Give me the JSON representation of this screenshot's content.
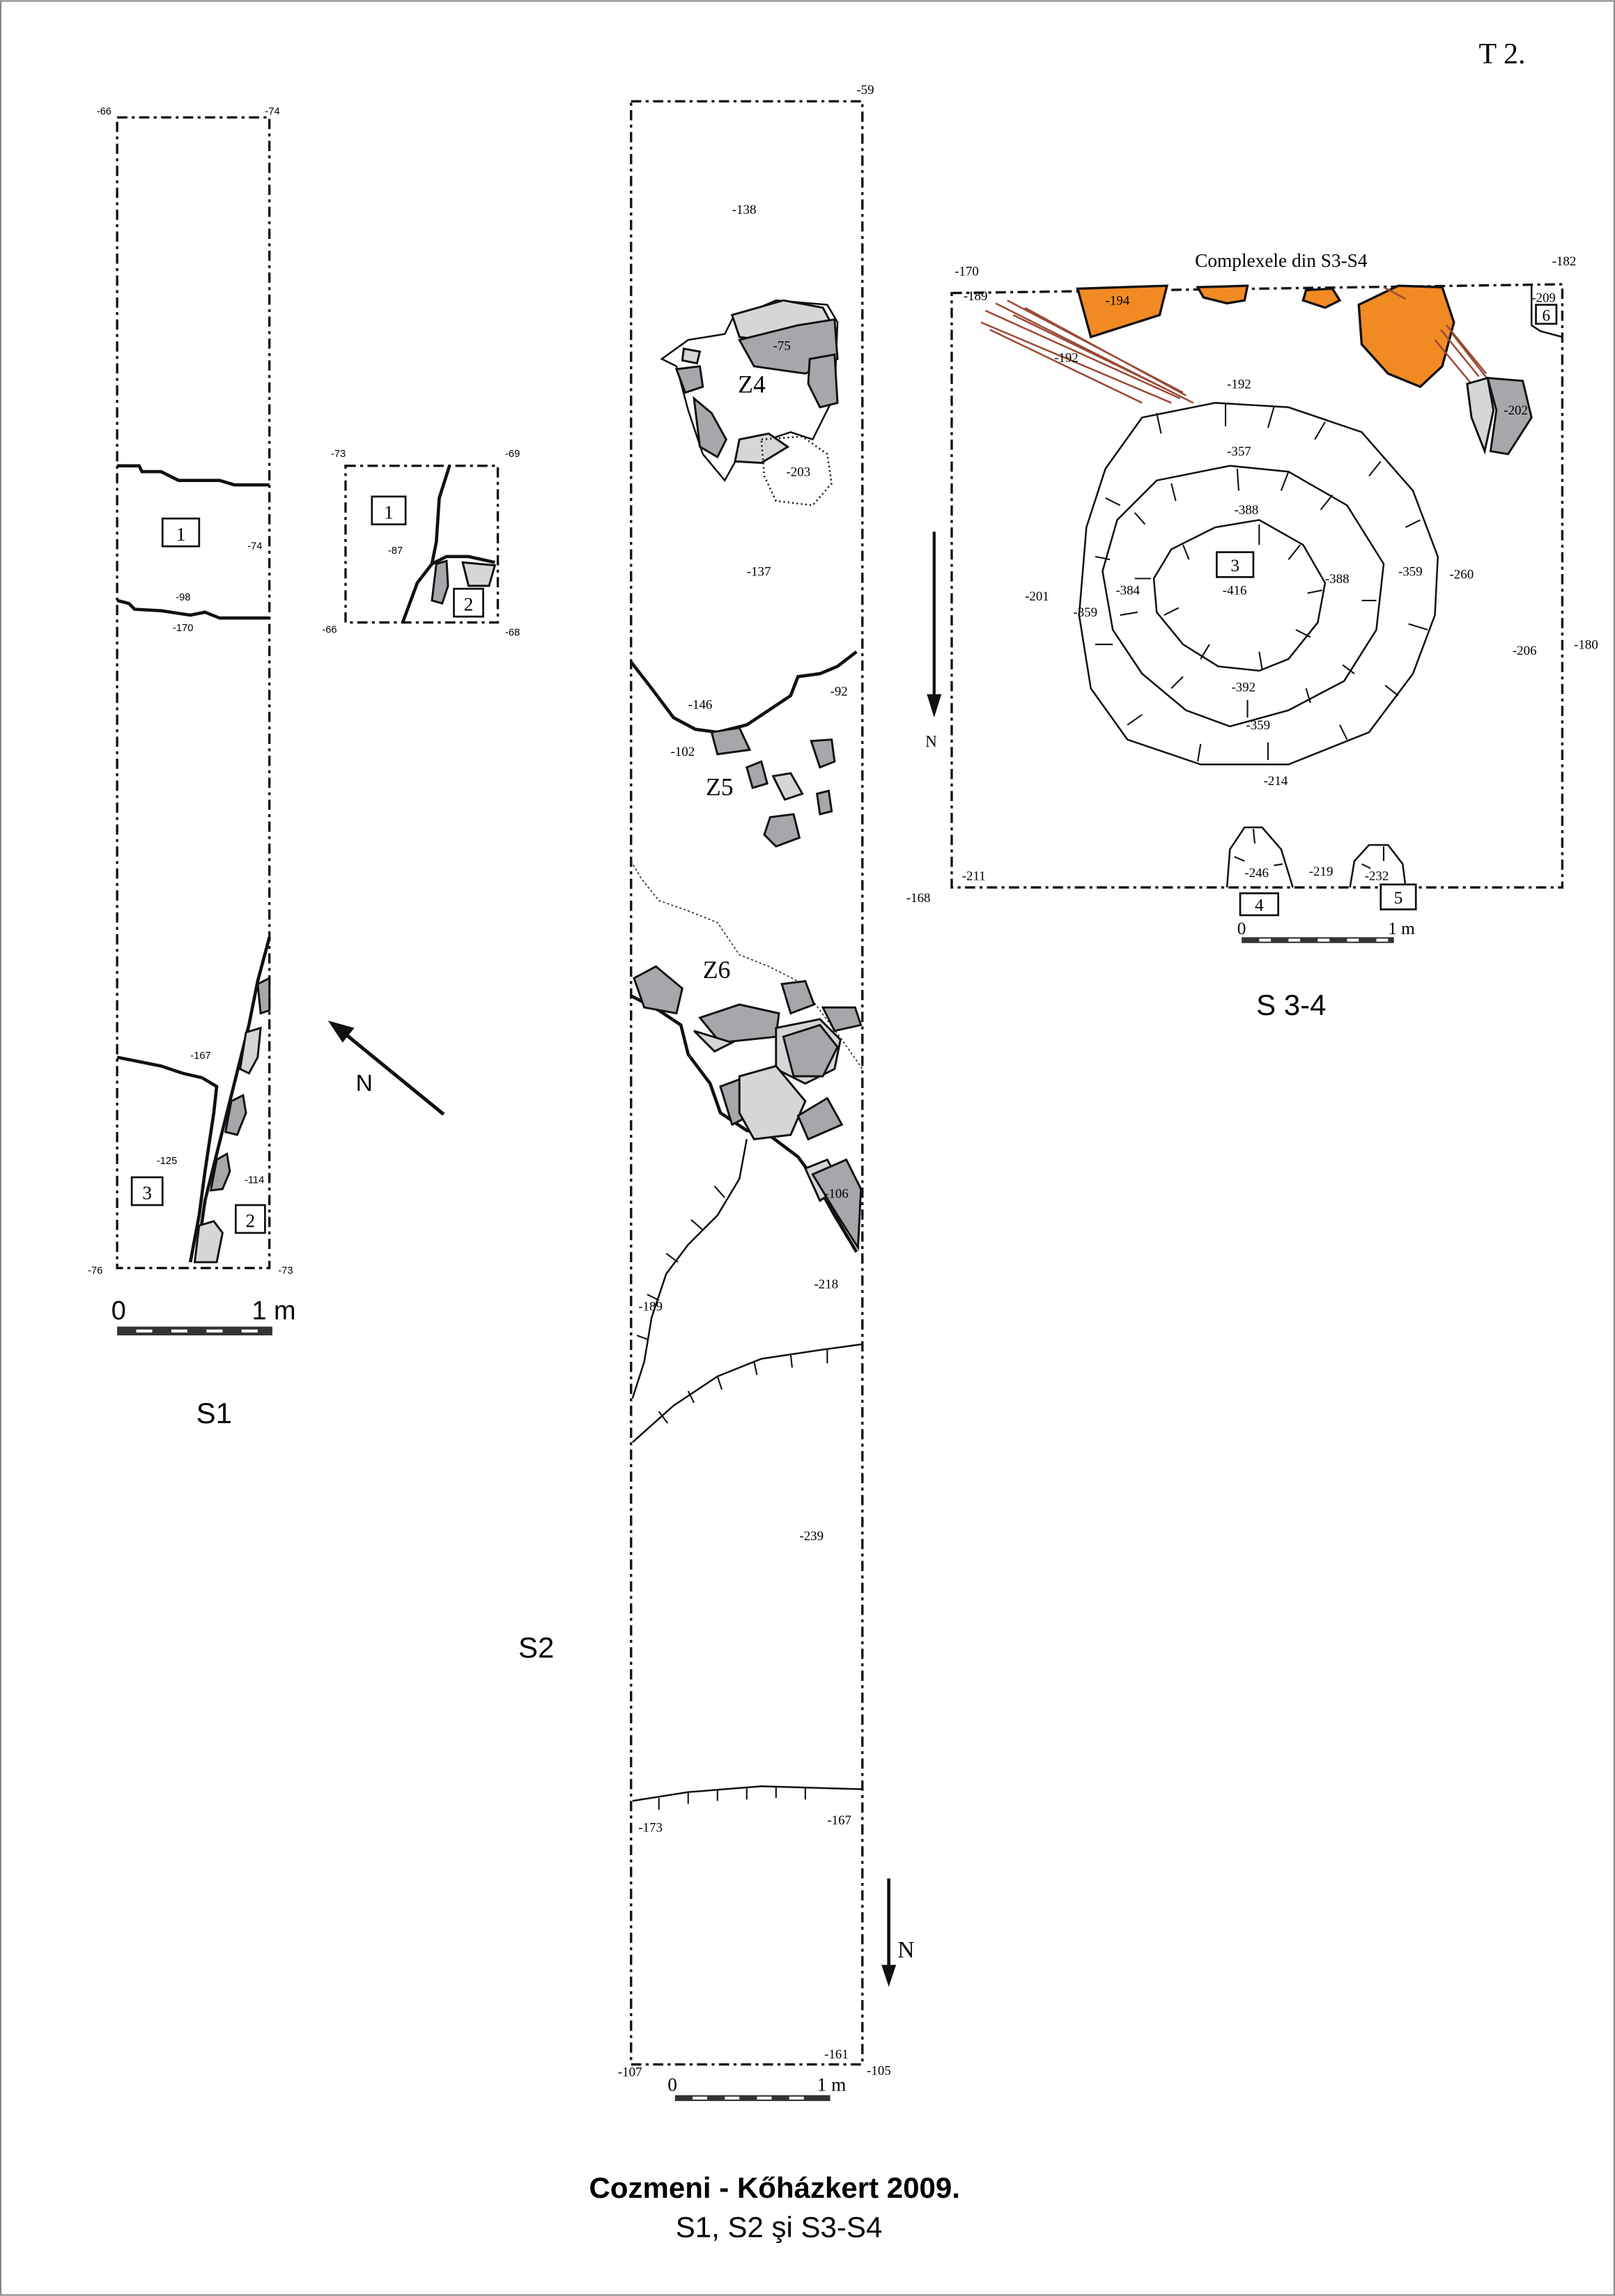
{
  "plate_label": "T 2.",
  "caption": {
    "title": "Cozmeni - Kőházkert 2009.",
    "subtitle": "S1, S2 şi S3-S4"
  },
  "colors": {
    "burnt_clay": "#f28a23",
    "wood": "#9b4a36",
    "stone_dark": "#a7a7ab",
    "stone_light": "#d6d6d8"
  },
  "s1": {
    "label": "S1",
    "levels": [
      "-66",
      "-74",
      "-74",
      "-98",
      "-170",
      "-167",
      "-125",
      "-114",
      "-76",
      "-73"
    ],
    "boxes": [
      "1",
      "3",
      "2"
    ],
    "inset": {
      "levels": [
        "-73",
        "-69",
        "-87",
        "-66",
        "-68"
      ],
      "boxes": [
        "1",
        "2"
      ]
    },
    "scale": {
      "start": "0",
      "end": "1 m"
    },
    "north": "N"
  },
  "s2": {
    "label": "S2",
    "levels": [
      "-59",
      "-138",
      "-75",
      "-203",
      "-137",
      "-146",
      "-92",
      "-102",
      "-106",
      "-218",
      "-189",
      "-239",
      "-173",
      "-167",
      "-161",
      "-107",
      "-105"
    ],
    "features": [
      "Z4",
      "Z5",
      "Z6"
    ],
    "scale": {
      "start": "0",
      "end": "1 m"
    },
    "north": "N"
  },
  "s34": {
    "label": "S 3-4",
    "title": "Complexele din S3-S4",
    "levels": [
      "-170",
      "-182",
      "-189",
      "-194",
      "-192",
      "-192",
      "-209",
      "-202",
      "-357",
      "-388",
      "-416",
      "-384",
      "-388",
      "-359",
      "-260",
      "-201",
      "-359",
      "-206",
      "-180",
      "-392",
      "-359",
      "-214",
      "-211",
      "-168",
      "-246",
      "-219",
      "-232"
    ],
    "boxes": [
      "6",
      "3",
      "4",
      "5"
    ],
    "scale": {
      "start": "0",
      "end": "1 m"
    },
    "north": "N"
  }
}
